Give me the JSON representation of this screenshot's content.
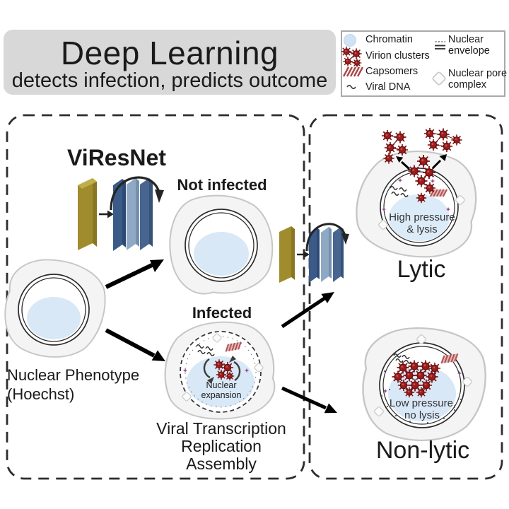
{
  "header": {
    "title": "Deep Learning",
    "subtitle": "detects infection, predicts outcome"
  },
  "legend": {
    "items": [
      {
        "icon": "chromatin-icon",
        "label": "Chromatin"
      },
      {
        "icon": "virion-clusters-icon",
        "label": "Virion clusters"
      },
      {
        "icon": "capsomers-icon",
        "label": "Capsomers"
      },
      {
        "icon": "viral-dna-icon",
        "label": "Viral DNA"
      },
      {
        "icon": "nuclear-envelope-icon",
        "label": "Nuclear envelope"
      },
      {
        "icon": "nuclear-pore-icon",
        "label": "Nuclear pore complex"
      }
    ]
  },
  "classification_panel": {
    "network_label": "ViResNet",
    "input_label_line1": "Nuclear Phenotype",
    "input_label_line2": "(Hoechst)",
    "not_infected_label": "Not infected",
    "infected_label": "Infected",
    "infected_nucleus_note": "Nuclear expansion",
    "infected_caption": [
      "Viral Transcription",
      "Replication",
      "Assembly"
    ]
  },
  "outcome_panel": {
    "lytic": {
      "label": "Lytic",
      "note_line1": "High pressure",
      "note_line2": "& lysis"
    },
    "nonlytic": {
      "label": "Non-lytic",
      "note_line1": "Low pressure,",
      "note_line2": "no lysis"
    }
  },
  "colors": {
    "title_box_gray": "#d8d8d8",
    "virion_red": "#9c1b1b",
    "capsomer_red": "#b35050",
    "chromatin_blue": "#d9e8f6",
    "network_input_yellow": "#a08c2c",
    "network_layer_blue": "#3a5a88",
    "network_layer_blue_light": "#8fa9c4",
    "sparkle_purple": "#8d4890",
    "dashed_border": "#2d2d2d"
  }
}
